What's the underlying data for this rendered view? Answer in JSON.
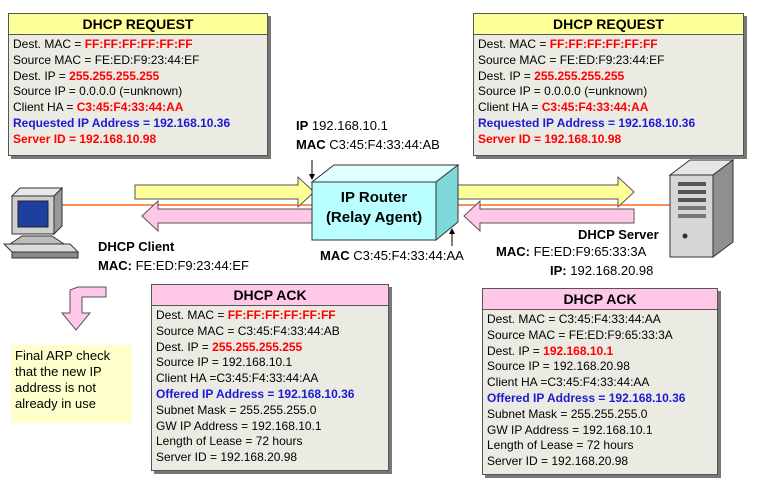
{
  "client_request": {
    "title": "DHCP REQUEST",
    "lines": [
      {
        "label": "Dest. MAC = ",
        "value": "FF:FF:FF:FF:FF:FF",
        "style": "red"
      },
      {
        "label": "Source MAC = ",
        "value": "FE:ED:F9:23:44:EF",
        "style": "plain"
      },
      {
        "label": "Dest. IP = ",
        "value": "255.255.255.255",
        "style": "red"
      },
      {
        "label": "Source IP = ",
        "value": "0.0.0.0 (=unknown)",
        "style": "plain"
      },
      {
        "label": "Client HA = ",
        "value": "C3:45:F4:33:44:AA",
        "style": "red"
      },
      {
        "label": "Requested IP Address = ",
        "value": "192.168.10.36",
        "style": "blueall"
      },
      {
        "label": "Server ID = ",
        "value": "192.168.10.98",
        "style": "redall"
      }
    ]
  },
  "server_request": {
    "title": "DHCP REQUEST",
    "lines": [
      {
        "label": "Dest. MAC = ",
        "value": "FF:FF:FF:FF:FF:FF",
        "style": "red"
      },
      {
        "label": "Source MAC = ",
        "value": "FE:ED:F9:23:44:EF",
        "style": "plain"
      },
      {
        "label": "Dest. IP = ",
        "value": "255.255.255.255",
        "style": "red"
      },
      {
        "label": "Source IP = ",
        "value": "0.0.0.0 (=unknown)",
        "style": "plain"
      },
      {
        "label": "Client HA = ",
        "value": "C3:45:F4:33:44:AA",
        "style": "red"
      },
      {
        "label": "Requested IP Address = ",
        "value": "192.168.10.36",
        "style": "blueall"
      },
      {
        "label": "Server ID = ",
        "value": "192.168.10.98",
        "style": "redall"
      }
    ]
  },
  "client_ack": {
    "title": "DHCP ACK",
    "lines": [
      {
        "label": "Dest. MAC = ",
        "value": "FF:FF:FF:FF:FF:FF",
        "style": "red"
      },
      {
        "label": "Source MAC = ",
        "value": "C3:45:F4:33:44:AB",
        "style": "plain"
      },
      {
        "label": "Dest. IP = ",
        "value": "255.255.255.255",
        "style": "red"
      },
      {
        "label": "Source IP = ",
        "value": "192.168.10.1",
        "style": "plain"
      },
      {
        "label": "Client HA =",
        "value": "C3:45:F4:33:44:AA",
        "style": "plain"
      },
      {
        "label": "Offered IP Address = ",
        "value": "192.168.10.36",
        "style": "blueall"
      },
      {
        "label": "Subnet Mask = ",
        "value": "255.255.255.0",
        "style": "plain"
      },
      {
        "label": "GW IP Address = ",
        "value": "192.168.10.1",
        "style": "plain"
      },
      {
        "label": "Length of Lease = ",
        "value": "72 hours",
        "style": "plain"
      },
      {
        "label": "Server ID = ",
        "value": "192.168.20.98",
        "style": "plain"
      }
    ]
  },
  "server_ack": {
    "title": "DHCP ACK",
    "lines": [
      {
        "label": "Dest. MAC = ",
        "value": "C3:45:F4:33:44:AA",
        "style": "plain"
      },
      {
        "label": "Source MAC = ",
        "value": "FE:ED:F9:65:33:3A",
        "style": "plain"
      },
      {
        "label": "Dest. IP = ",
        "value": "192.168.10.1",
        "style": "red"
      },
      {
        "label": "Source IP = ",
        "value": "192.168.20.98",
        "style": "plain"
      },
      {
        "label": "Client HA =",
        "value": "C3:45:F4:33:44:AA",
        "style": "plain"
      },
      {
        "label": "Offered IP Address = ",
        "value": "192.168.10.36",
        "style": "blueall"
      },
      {
        "label": "Subnet Mask = ",
        "value": "255.255.255.0",
        "style": "plain"
      },
      {
        "label": "GW IP Address = ",
        "value": "192.168.10.1",
        "style": "plain"
      },
      {
        "label": "Length of Lease = ",
        "value": "72 hours",
        "style": "plain"
      },
      {
        "label": "Server ID = ",
        "value": "192.168.20.98",
        "style": "plain"
      }
    ]
  },
  "router": {
    "title_line1": "IP Router",
    "title_line2": "(Relay Agent)",
    "ip_label": "IP",
    "ip_value": "192.168.10.1",
    "mac_top_label": "MAC",
    "mac_top_value": "C3:45:F4:33:44:AB",
    "mac_bottom_label": "MAC",
    "mac_bottom_value": "C3:45:F4:33:44:AA"
  },
  "client": {
    "name": "DHCP Client",
    "mac_label": "MAC:",
    "mac_value": "FE:ED:F9:23:44:EF"
  },
  "server": {
    "name": "DHCP Server",
    "mac_label": "MAC:",
    "mac_value": "FE:ED:F9:65:33:3A",
    "ip_label": "IP:",
    "ip_value": "192.168.20.98"
  },
  "note": {
    "text": "Final ARP check that the new IP address is not already in use"
  },
  "colors": {
    "request_title": "#ffff99",
    "ack_title": "#ffc8e8",
    "box_body": "#ecebe3",
    "router_body": "#b9ffff",
    "network_line": "#ff6a1a",
    "red_value": "#ff0000",
    "blue_value": "#1a1ad4"
  }
}
